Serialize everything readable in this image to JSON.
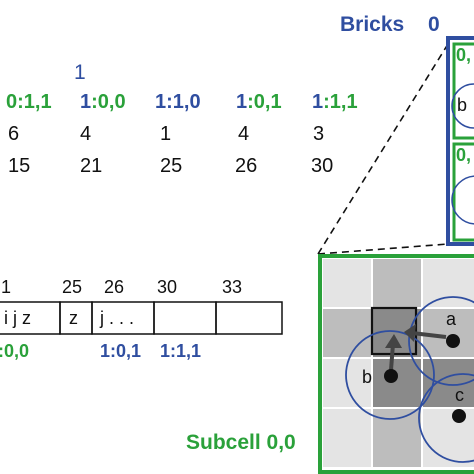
{
  "header": {
    "bricks_label": "Bricks",
    "bricks_index": "0",
    "top_index": "1"
  },
  "key_row": [
    {
      "brick": "0",
      "subcell": ":1,1",
      "brick_color": "#2aa13a",
      "subcell_color": "#2aa13a"
    },
    {
      "brick": "1",
      "subcell": ":0,0",
      "brick_color": "#2f4ea0",
      "subcell_color": "#2aa13a"
    },
    {
      "brick": "1",
      "subcell": ":1,0",
      "brick_color": "#2f4ea0",
      "subcell_color": "#2f4ea0"
    },
    {
      "brick": "1",
      "subcell": ":0,1",
      "brick_color": "#2f4ea0",
      "subcell_color": "#2aa13a"
    },
    {
      "brick": "1",
      "subcell": ":1,1",
      "brick_color": "#2f4ea0",
      "subcell_color": "#2aa13a"
    }
  ],
  "count_row": [
    "6",
    "4",
    "1",
    "4",
    "3"
  ],
  "offset_row": [
    "15",
    "21",
    "25",
    "26",
    "30"
  ],
  "array_header": [
    "1",
    "25",
    "26",
    "30",
    "33"
  ],
  "array_cells": [
    "i j z",
    "z",
    "j . . .",
    "",
    ""
  ],
  "array_labels": [
    {
      "brick": "",
      "subcell": ":0,0"
    },
    {
      "brick": "1",
      "subcell": ":0,1"
    },
    {
      "brick": "1",
      "subcell": ":1,1"
    }
  ],
  "subcell_label": "Subcell 0,0",
  "brick_box_text": [
    "0,",
    "0,",
    "b"
  ],
  "particles": [
    "a",
    "b",
    "c"
  ],
  "colors": {
    "blue": "#2f4ea0",
    "green": "#2aa13a",
    "grid_dark": "#8a8a8a",
    "grid_mid": "#bdbdbd",
    "grid_light": "#e4e4e4"
  }
}
